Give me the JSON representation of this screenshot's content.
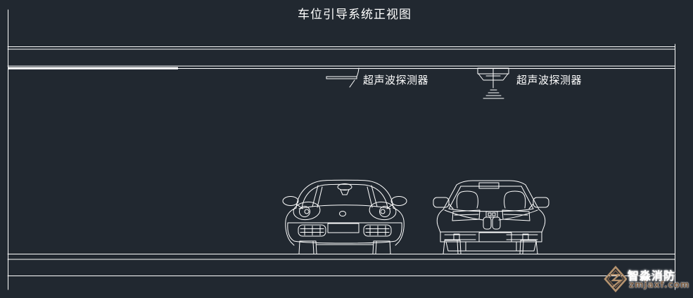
{
  "title": "车位引导系统正视图",
  "annotations": {
    "detector_left_label": "超声波探测器",
    "detector_right_label": "超声波探测器"
  },
  "watermark": {
    "brand": "智淼消防",
    "domain": "zmjaxf.com"
  },
  "colors": {
    "background": "#212830",
    "line": "#ffffff",
    "watermark_accent": "#b5936f",
    "watermark_accent_dark": "#7c6048"
  },
  "drawing_objects": {
    "left_vehicle": "sports-car-front-view",
    "right_vehicle": "coupe-car-front-view",
    "left_detector_icon": "ultrasonic-detector-side-profile",
    "right_detector_icon": "ultrasonic-detector-front-profile"
  }
}
